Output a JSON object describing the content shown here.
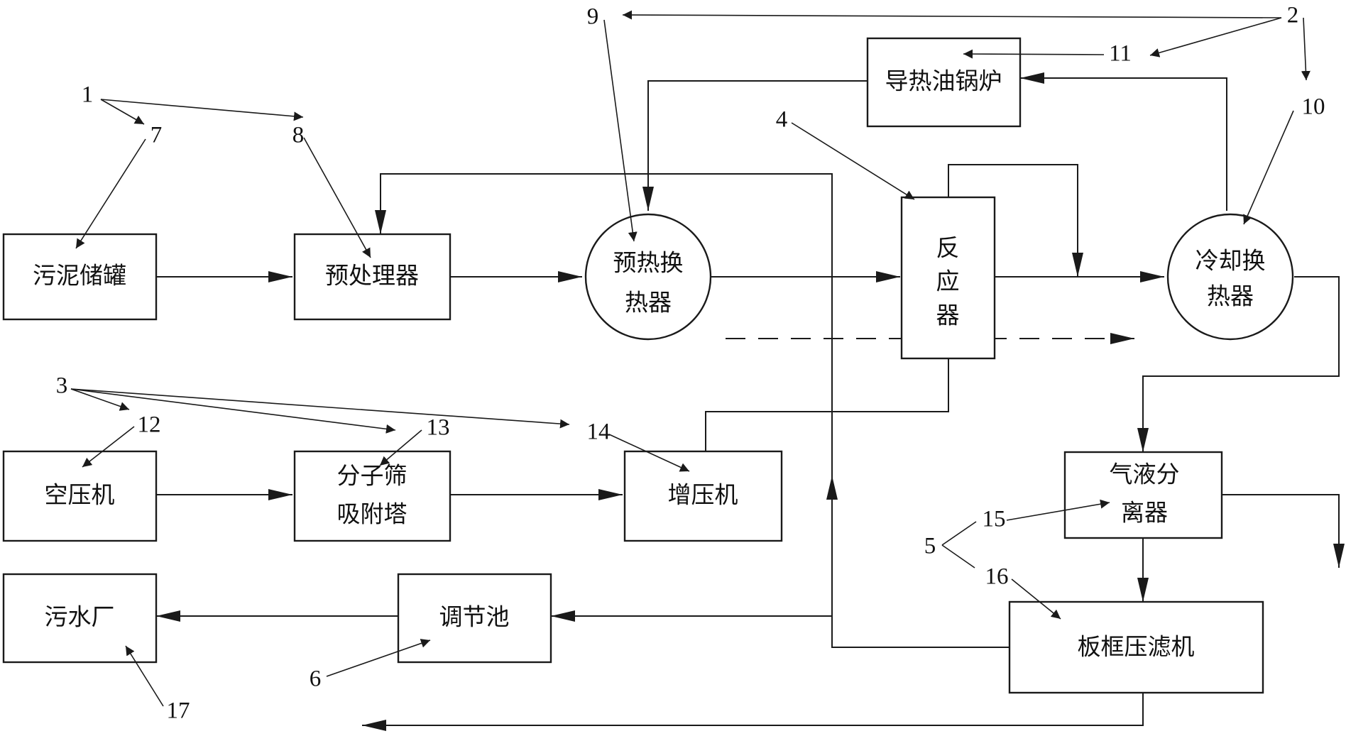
{
  "components": {
    "sludge_tank": "污泥储罐",
    "pretreater": "预处理器",
    "preheat_exchanger": [
      "预热换",
      "热器"
    ],
    "reactor": [
      "反",
      "应",
      "器"
    ],
    "cooling_exchanger": [
      "冷却换",
      "热器"
    ],
    "oil_boiler": "导热油锅炉",
    "air_compressor": "空压机",
    "molecular_sieve": [
      "分子筛",
      "吸附塔"
    ],
    "booster": "增压机",
    "gas_liquid_separator": [
      "气液分",
      "离器"
    ],
    "filter_press": "板框压滤机",
    "regulating_tank": "调节池",
    "wastewater_plant": "污水厂"
  },
  "ref_numbers": {
    "n1": "1",
    "n2": "2",
    "n3": "3",
    "n4": "4",
    "n5": "5",
    "n6": "6",
    "n7": "7",
    "n8": "8",
    "n9": "9",
    "n10": "10",
    "n11": "11",
    "n12": "12",
    "n13": "13",
    "n14": "14",
    "n15": "15",
    "n16": "16",
    "n17": "17"
  }
}
